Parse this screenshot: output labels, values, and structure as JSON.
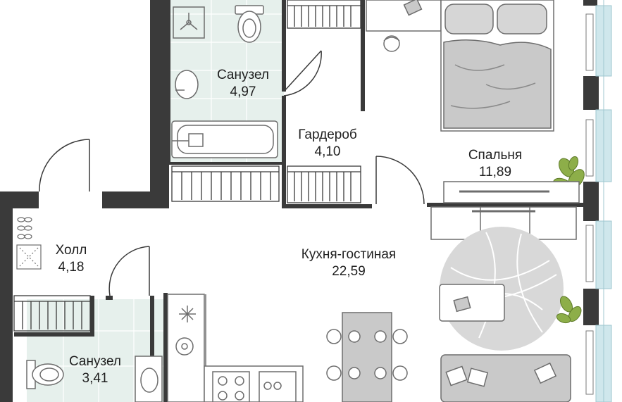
{
  "colors": {
    "wall": "#3a3a3a",
    "tile": "#e6f0ec",
    "fixture_line": "#6d6d6d",
    "furniture_fill": "#c9c9c9",
    "window": "#cfe7ec",
    "plant": "#8dae49"
  },
  "rooms": [
    {
      "id": "bath-top",
      "name": "Санузел",
      "area": "4,97"
    },
    {
      "id": "wardrobe",
      "name": "Гардероб",
      "area": "4,10"
    },
    {
      "id": "bedroom",
      "name": "Спальня",
      "area": "11,89"
    },
    {
      "id": "hall",
      "name": "Холл",
      "area": "4,18"
    },
    {
      "id": "kitchen-living",
      "name": "Кухня-гостиная",
      "area": "22,59"
    },
    {
      "id": "bath-bottom",
      "name": "Санузел",
      "area": "3,41"
    }
  ],
  "icons": [
    "fan-icon",
    "toilet-icon",
    "sink-icon",
    "bathtub-icon",
    "door-icon",
    "bed-icon",
    "desk-icon",
    "chair-icon",
    "plant-icon",
    "tv-stand-icon",
    "rug-icon",
    "sofa-icon",
    "dining-table-icon",
    "stove-icon",
    "shoes-icon",
    "radiator-icon",
    "window-icon"
  ]
}
